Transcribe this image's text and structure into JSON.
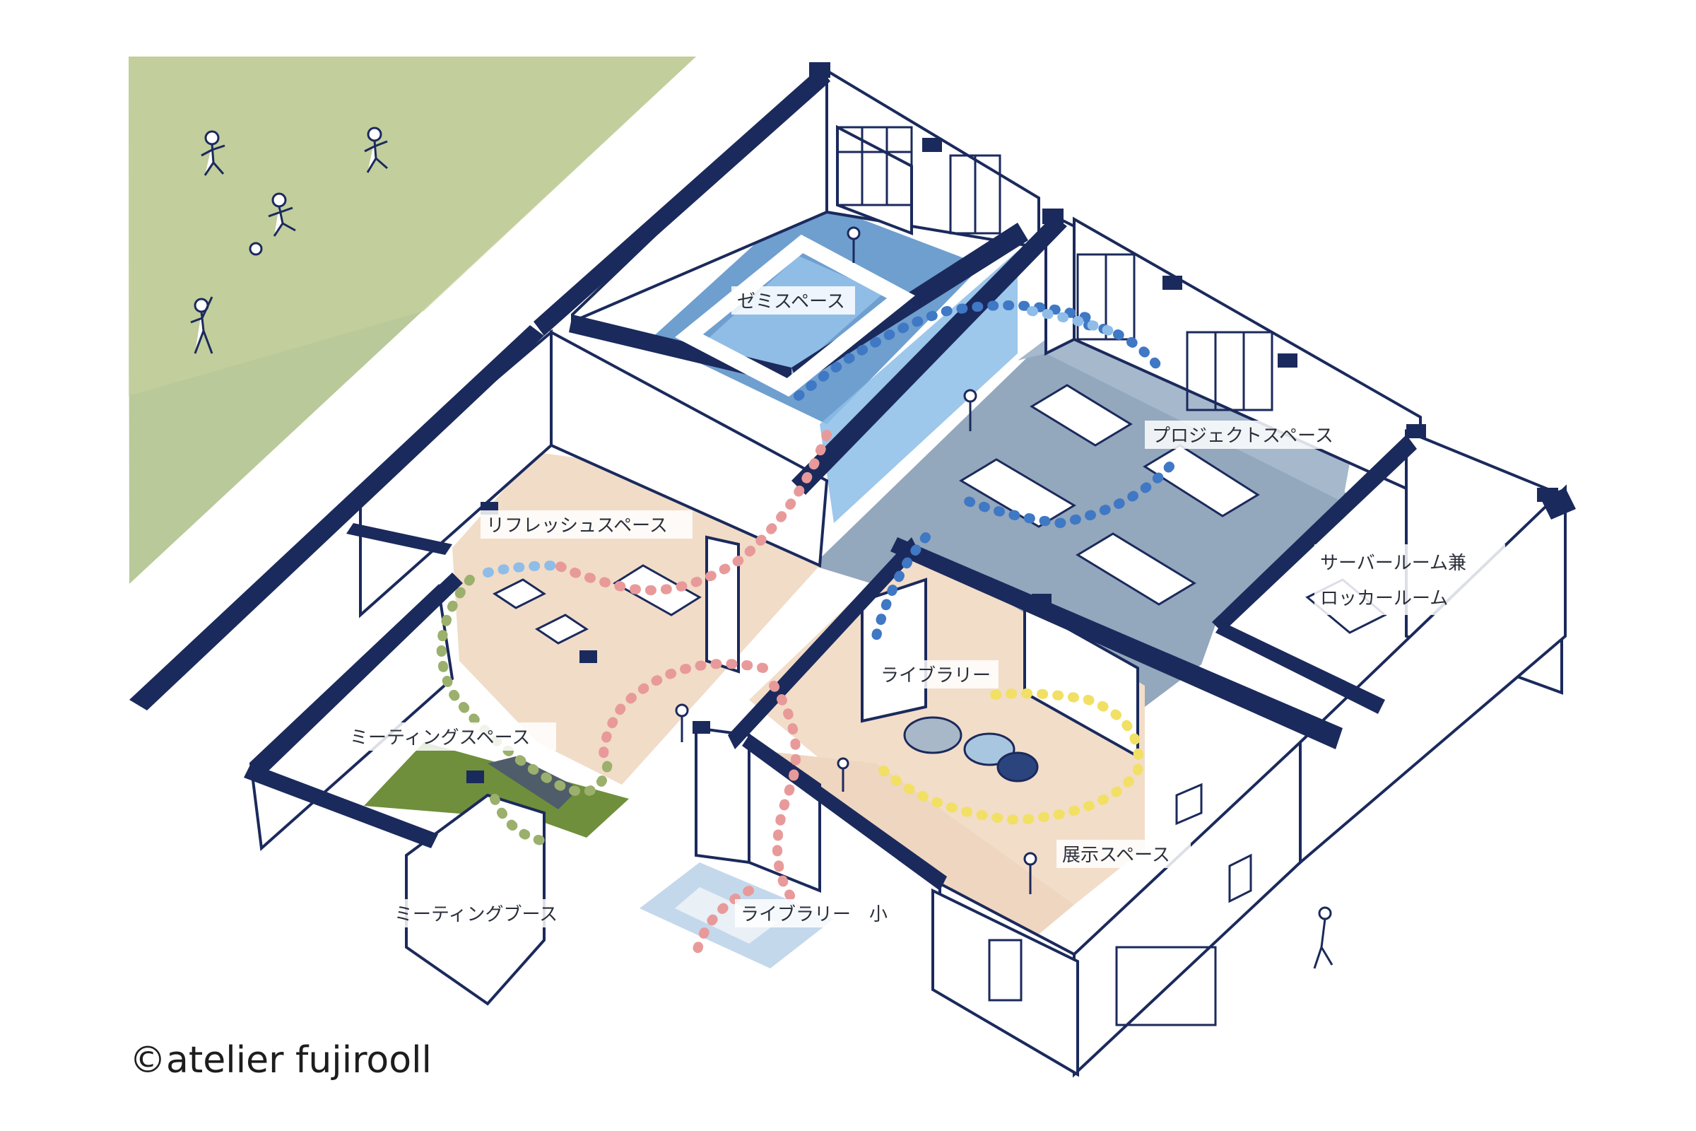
{
  "credit": "©atelier fujirooll",
  "rooms": {
    "seminar": "ゼミスペース",
    "project": "プロジェクトスペース",
    "refresh": "リフレッシュスペース",
    "server_line1": "サーバールーム兼",
    "server_line2": "ロッカールーム",
    "library": "ライブラリー",
    "meeting_space": "ミーティングスペース",
    "exhibition": "展示スペース",
    "meeting_booth": "ミーティングブース",
    "library_small": "ライブラリー　小"
  },
  "colors": {
    "wall_navy": "#1b2a5c",
    "lawn_green": "#b9c99a",
    "seminar_blue": "#6e9fcf",
    "project_gray": "#93a7bd",
    "refresh_peach": "#f1dcc8",
    "meeting_green": "#6f8f3c",
    "library_peach": "#f2ddc9",
    "path_blue": "#3f78c4",
    "path_pink": "#e89a9a",
    "path_green": "#9bb06c",
    "path_yellow": "#f1e064"
  }
}
